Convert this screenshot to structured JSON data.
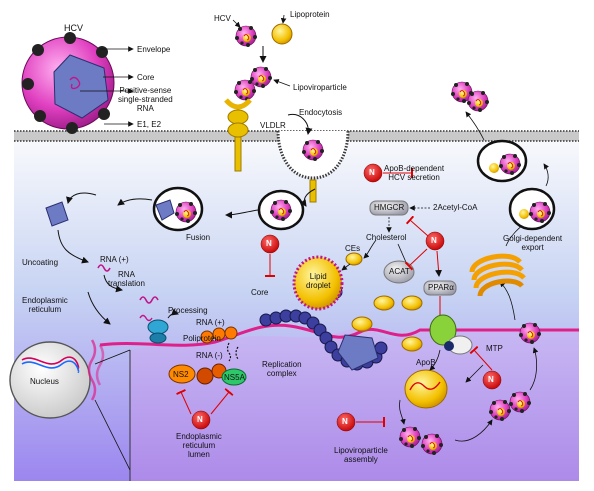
{
  "legend": {
    "title": "HCV",
    "envelope": "Envelope",
    "core": "Core",
    "rna": "Positive-sense\nsingle-stranded\nRNA",
    "glycoproteins": "E1, E2"
  },
  "entry": {
    "hcv": "HCV",
    "lipoprotein": "Lipoprotein",
    "lipoviroparticle": "Lipoviroparticle",
    "receptor": "VLDLR",
    "endocytosis": "Endocytosis",
    "fusion": "Fusion",
    "uncoating": "Uncoating",
    "rna_plus": "RNA (+)",
    "rna_translation": "RNA\ntranslation"
  },
  "secretion": {
    "apob_dependent": "ApoB-dependent\nHCV secretion",
    "golgi_export": "Golgi-dependent\nexport"
  },
  "lipid": {
    "acetyl_coa": "2Acetyl-CoA",
    "hmgcr": "HMGCR",
    "cholesterol": "Cholesterol",
    "ces": "CEs",
    "lipid_droplet": "Lipid\ndroplet",
    "acat": "ACAT",
    "ppar": "PPARα",
    "apob": "ApoB",
    "mtp": "MTP"
  },
  "replication": {
    "er": "Endoplasmic\nreticulum",
    "processing": "Processing",
    "polyprotein": "Poliprotein",
    "rna_plus": "RNA (+)",
    "rna_minus": "RNA (-)",
    "ns2": "NS2",
    "ns5a": "NS5A",
    "core": "Core",
    "replication_complex": "Replication\ncomplex",
    "nucleus": "Nucleus",
    "er_lumen": "Endoplasmic\nreticulum\nlumen",
    "assembly": "Lipoviroparticle\nassembly"
  },
  "inhibitor_symbol": "N",
  "colors": {
    "virus": "#e040c0",
    "inhibitor": "#e00000",
    "membrane": "#3a3a3a",
    "er_membrane": "#e0208a",
    "apob": "#e8b400",
    "cell_top": "#f4f6fb",
    "cell_bottom": "#9f8cf0"
  }
}
